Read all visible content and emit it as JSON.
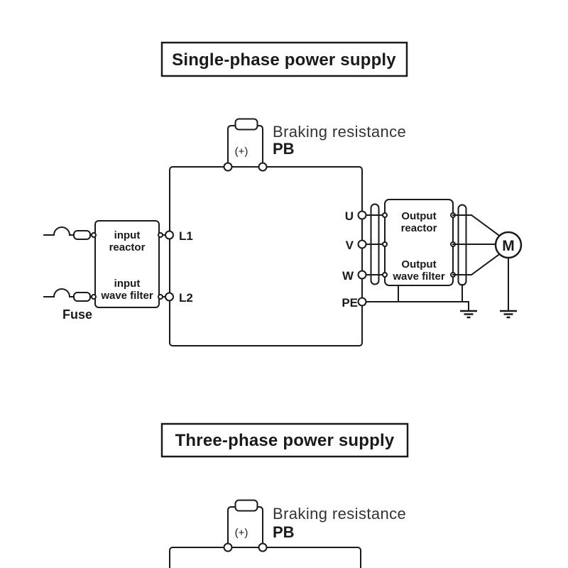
{
  "colors": {
    "ink": "#1a1a1a",
    "soft_ink": "#333333",
    "background": "#ffffff"
  },
  "single_phase": {
    "title": "Single-phase power supply",
    "braking_resistance_label": "Braking resistance",
    "braking_terminal": "PB",
    "dc_plus": "(+)",
    "fuse_label": "Fuse",
    "input_filter_box": {
      "reactor_line1": "input",
      "reactor_line2": "reactor",
      "filter_line1": "input",
      "filter_line2": "wave filter"
    },
    "input_terminals": [
      {
        "label": "L1"
      },
      {
        "label": "L2"
      }
    ],
    "output_terminals": [
      {
        "label": "U"
      },
      {
        "label": "V"
      },
      {
        "label": "W"
      },
      {
        "label": "PE"
      }
    ],
    "output_filter_box": {
      "reactor_line1": "Output",
      "reactor_line2": "reactor",
      "filter_line1": "Output",
      "filter_line2": "wave filter"
    },
    "motor_label": "M"
  },
  "three_phase": {
    "title": "Three-phase power supply",
    "braking_resistance_label": "Braking resistance",
    "braking_terminal": "PB",
    "dc_plus": "(+)"
  }
}
